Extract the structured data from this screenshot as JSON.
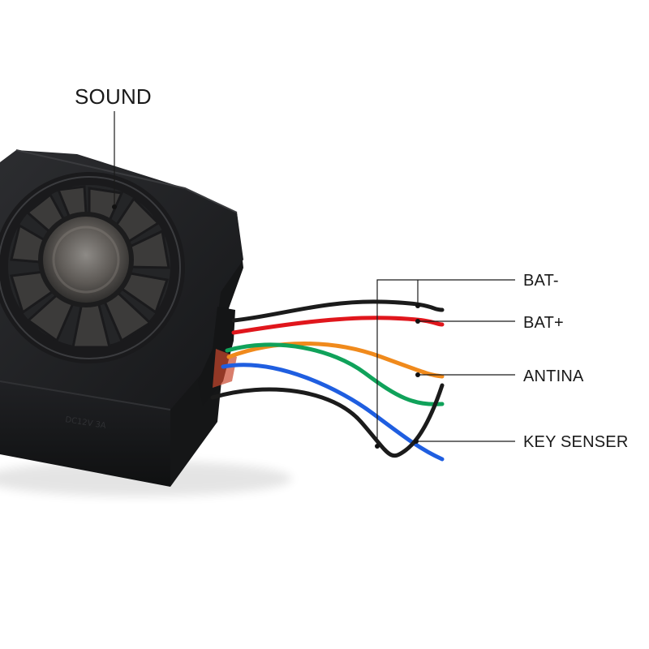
{
  "labels": {
    "sound": "SOUND",
    "bat_minus": "BAT-",
    "bat_plus": "BAT+",
    "antina": "ANTINA",
    "key_senser": "KEY SENSER"
  },
  "body_embossed_text": "DC12V 3A",
  "colors": {
    "housing": "#1f2022",
    "wire_black": "#1b1b1b",
    "wire_red": "#e0161c",
    "wire_orange": "#f08a1c",
    "wire_green": "#10a25a",
    "wire_blue": "#1f5ee0"
  }
}
